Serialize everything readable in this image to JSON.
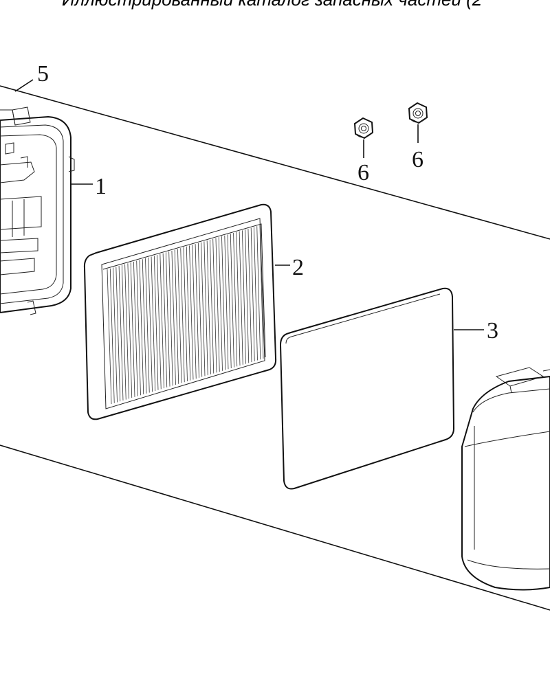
{
  "header": {
    "title": "Иллюстрированный каталог запасных частей (2"
  },
  "callouts": [
    {
      "id": "1",
      "label": "1"
    },
    {
      "id": "2",
      "label": "2"
    },
    {
      "id": "3",
      "label": "3"
    },
    {
      "id": "5",
      "label": "5"
    },
    {
      "id": "6a",
      "label": "6"
    },
    {
      "id": "6b",
      "label": "6"
    }
  ],
  "icons": [
    "flange-nut-icon"
  ],
  "colors": {
    "line": "#111111",
    "background": "#ffffff"
  }
}
